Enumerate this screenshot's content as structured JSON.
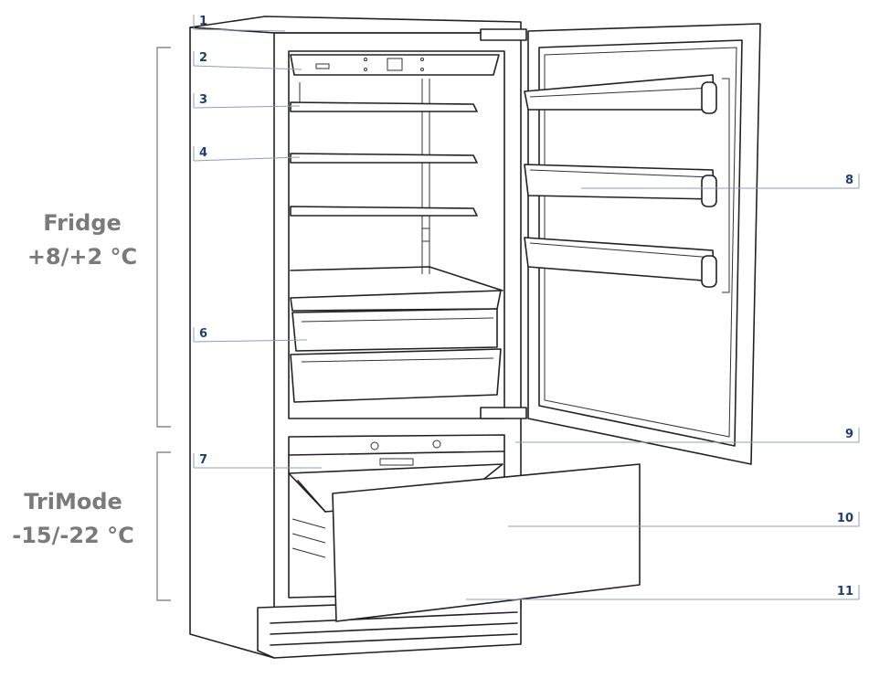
{
  "zones": [
    {
      "line1": "Fridge",
      "line2": "+8/+2 °C"
    },
    {
      "line1": "TriMode",
      "line2": "-15/-22 °C"
    }
  ],
  "callouts": [
    "1",
    "2",
    "3",
    "4",
    "6",
    "7",
    "8",
    "9",
    "10",
    "11"
  ],
  "colors": {
    "callout": "#1f3f73",
    "leader": "#8a9fbf",
    "zone_text": "#7a7a7a",
    "drawing": "#222222"
  }
}
